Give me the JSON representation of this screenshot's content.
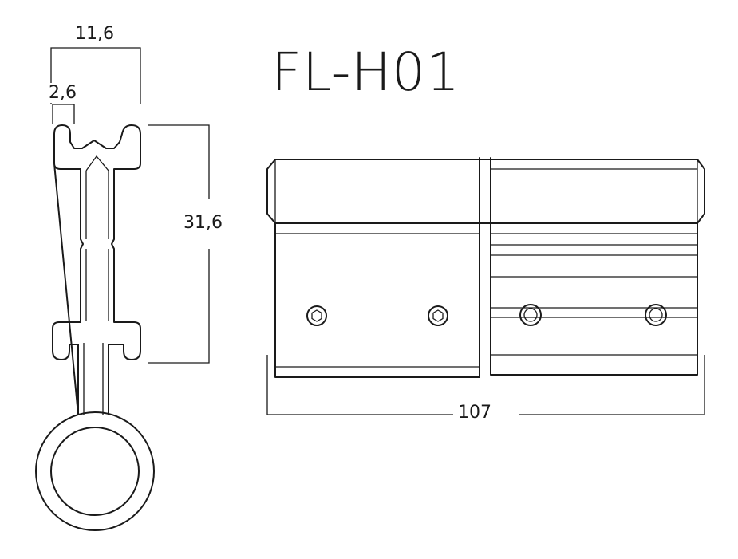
{
  "title": "FL-H01",
  "dimensions": {
    "profile_width": "11,6",
    "lip_width": "2,6",
    "profile_height": "31,6",
    "hinge_length": "107"
  },
  "colors": {
    "line": "#1a1a1a",
    "background": "#ffffff"
  }
}
